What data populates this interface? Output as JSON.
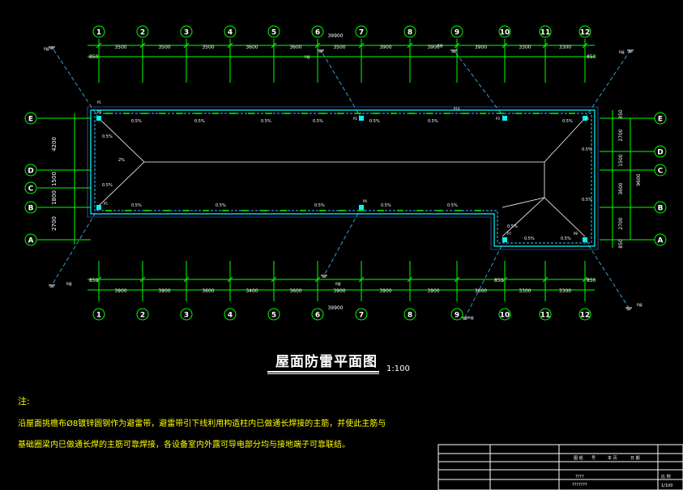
{
  "drawing": {
    "title": "屋面防雷平面图",
    "scale": "1:100",
    "notes_heading": "注:",
    "notes": [
      "沿屋面挑檐布Ø8镀锌圆钢作为避雷带，避雷带引下线利用构造柱内已做通长焊接的主筋，并使此主筋与",
      "基础圈梁内已做通长焊的主筋可靠焊接，各设备室内外露可导电部分均与接地端子可靠联结。"
    ]
  },
  "grid": {
    "x_axes": [
      "1",
      "2",
      "3",
      "4",
      "5",
      "6",
      "7",
      "8",
      "9",
      "10",
      "11",
      "12"
    ],
    "y_axes_left": [
      "E",
      "D",
      "C",
      "B",
      "A"
    ],
    "y_axes_right": [
      "E",
      "D",
      "C",
      "B",
      "A"
    ]
  },
  "dimensions": {
    "top_total": "39900",
    "top_spans": [
      "3500",
      "3500",
      "3500",
      "3600",
      "3600",
      "3500",
      "3900",
      "3900",
      "3900",
      "3300",
      "3300"
    ],
    "bottom_total": "39900",
    "bottom_spans": [
      "3900",
      "3900",
      "3600",
      "3400",
      "3600",
      "3900",
      "3900",
      "3900",
      "3600",
      "3300",
      "3300"
    ],
    "edge_small": "850",
    "left_spans": [
      "4200",
      "1500",
      "1800",
      "2700"
    ],
    "right_spans": [
      "850",
      "2700",
      "1500",
      "3600",
      "2700",
      "850"
    ],
    "right_total": "9600"
  },
  "roof": {
    "slopes": [
      "0.5%",
      "0.5%",
      "0.5%",
      "0.5%",
      "0.5%",
      "0.5%",
      "0.5%",
      "0.5%",
      "0.5%",
      "0.5%",
      "0.5%",
      "0.5%",
      "0.5%",
      "0.5%",
      "0.5%",
      "0.5%",
      "0.5%"
    ],
    "slope_2": "2%",
    "downlead_tag": "R接",
    "pole_tags": [
      "P1",
      "P2",
      "P3",
      "P4",
      "P5",
      "P6",
      "P7",
      "P8",
      "P9",
      "P10"
    ]
  },
  "title_block": {
    "row1": [
      "图 纸",
      "号",
      "本 页",
      "日 期"
    ],
    "row2": [
      "????"
    ],
    "row3": [
      "???????",
      "比 例",
      "1/100"
    ]
  }
}
